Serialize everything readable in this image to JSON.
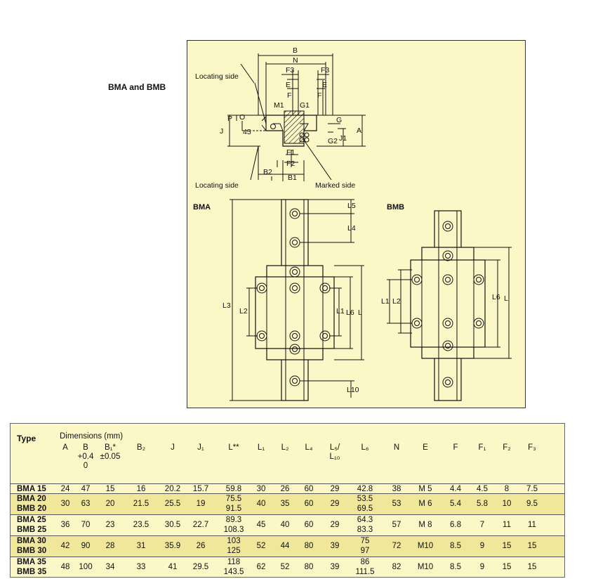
{
  "headings": {
    "top": "BMA and BMB",
    "bma": "BMA",
    "bmb": "BMB"
  },
  "drawing_labels": {
    "B": "B",
    "N": "N",
    "F3a": "F3",
    "F3b": "F3",
    "Ea": "E",
    "Eb": "E",
    "Fa": "F",
    "Fb": "F",
    "M1": "M1",
    "G1": "G1",
    "G": "G",
    "G2": "G2",
    "P": "P",
    "O": "O",
    "J": "J",
    "J1": "J1",
    "A": "A",
    "deg45": "45",
    "F1": "F1",
    "F2": "F2",
    "B2": "B2",
    "B1": "B1",
    "locating_top": "Locating side",
    "locating_bottom": "Locating side",
    "marked": "Marked side",
    "L5": "L5",
    "L4": "L4",
    "L3": "L3",
    "L2a": "L2",
    "L1a": "L1",
    "L6a": "L6",
    "La": "L",
    "L10": "L10",
    "L1b": "L1",
    "L2b": "L2",
    "L6b": "L6",
    "Lb": "L"
  },
  "table": {
    "type_header": "Type",
    "dimensions_header": "Dimensions (mm)",
    "columns": [
      {
        "key": "A",
        "l1": "A"
      },
      {
        "key": "B",
        "l1": "B",
        "l2": "+0.4",
        "l3": "0"
      },
      {
        "key": "B1",
        "l1": "B₁*",
        "l2": "±0.05"
      },
      {
        "key": "B2",
        "l1": "B₂"
      },
      {
        "key": "J",
        "l1": "J"
      },
      {
        "key": "J1",
        "l1": "J₁"
      },
      {
        "key": "L",
        "l1": "L**"
      },
      {
        "key": "L1",
        "l1": "L₁"
      },
      {
        "key": "L2",
        "l1": "L₂"
      },
      {
        "key": "L4",
        "l1": "L₄"
      },
      {
        "key": "L5",
        "l1": "L₅/",
        "l2": "L₁₀"
      },
      {
        "key": "L6",
        "l1": "L₆"
      },
      {
        "key": "N",
        "l1": "N"
      },
      {
        "key": "E",
        "l1": "E"
      },
      {
        "key": "F",
        "l1": "F"
      },
      {
        "key": "F1",
        "l1": "F₁"
      },
      {
        "key": "F2",
        "l1": "F₂"
      },
      {
        "key": "F3",
        "l1": "F₃"
      }
    ],
    "rows": [
      {
        "types": [
          "BMA 15"
        ],
        "vals": [
          "24",
          "47",
          "15",
          "16",
          "20.2",
          "15.7",
          [
            "59.8"
          ],
          "30",
          "26",
          "60",
          "29",
          [
            "42.8"
          ],
          "38",
          "M 5",
          "4.4",
          "4.5",
          "8",
          "7.5"
        ]
      },
      {
        "types": [
          "BMA 20",
          "BMB 20"
        ],
        "vals": [
          "30",
          "63",
          "20",
          "21.5",
          "25.5",
          "19",
          [
            "75.5",
            "91.5"
          ],
          "40",
          "35",
          "60",
          "29",
          [
            "53.5",
            "69.5"
          ],
          "53",
          "M 6",
          "5.4",
          "5.8",
          "10",
          "9.5"
        ]
      },
      {
        "types": [
          "BMA 25",
          "BMB 25"
        ],
        "vals": [
          "36",
          "70",
          "23",
          "23.5",
          "30.5",
          "22.7",
          [
            "89.3",
            "108.3"
          ],
          "45",
          "40",
          "60",
          "29",
          [
            "64.3",
            "83.3"
          ],
          "57",
          "M 8",
          "6.8",
          "7",
          "11",
          "11"
        ]
      },
      {
        "types": [
          "BMA 30",
          "BMB 30"
        ],
        "vals": [
          "42",
          "90",
          "28",
          "31",
          "35.9",
          "26",
          [
            "103",
            "125"
          ],
          "52",
          "44",
          "80",
          "39",
          [
            "75",
            "97"
          ],
          "72",
          "M10",
          "8.5",
          "9",
          "15",
          "15"
        ]
      },
      {
        "types": [
          "BMA 35",
          "BMB 35"
        ],
        "vals": [
          "48",
          "100",
          "34",
          "33",
          "41",
          "29.5",
          [
            "118",
            "143.5"
          ],
          "62",
          "52",
          "80",
          "39",
          [
            "86",
            "111.5"
          ],
          "82",
          "M10",
          "8.5",
          "9",
          "15",
          "15"
        ]
      }
    ]
  }
}
